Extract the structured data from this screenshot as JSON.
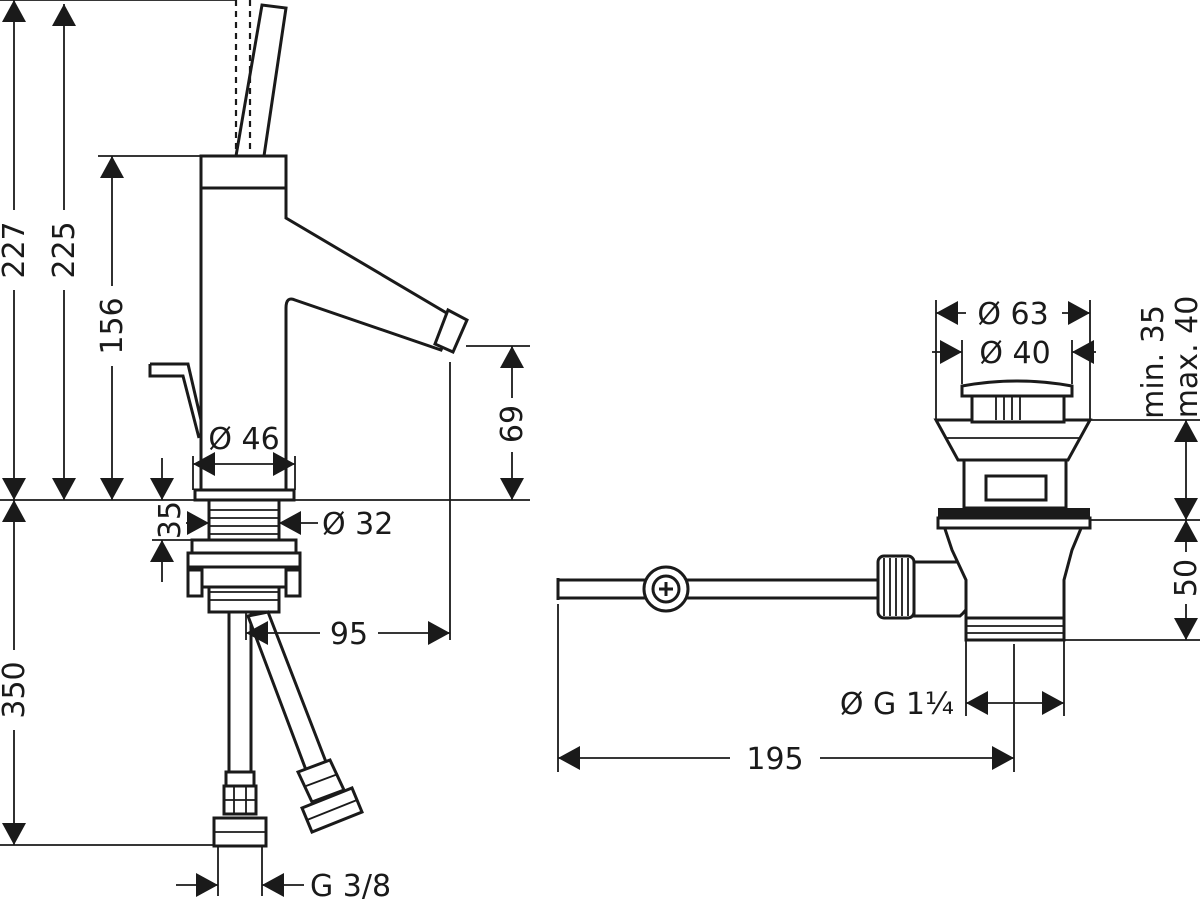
{
  "faucet": {
    "dim_227": "227",
    "dim_225": "225",
    "dim_156": "156",
    "dim_69": "69",
    "dim_350": "350",
    "dim_35": "35",
    "dim_95": "95",
    "dia_46": "Ø 46",
    "dia_32": "Ø 32",
    "thread_g38": "G 3/8"
  },
  "waste": {
    "dia_63": "Ø 63",
    "dia_40": "Ø 40",
    "min_35": "min. 35",
    "max_40": "max. 40",
    "dim_50": "50",
    "dim_195": "195",
    "thread_g114": "Ø G 1¼"
  },
  "colors": {
    "line": "#1a1a1a",
    "background": "#ffffff"
  }
}
